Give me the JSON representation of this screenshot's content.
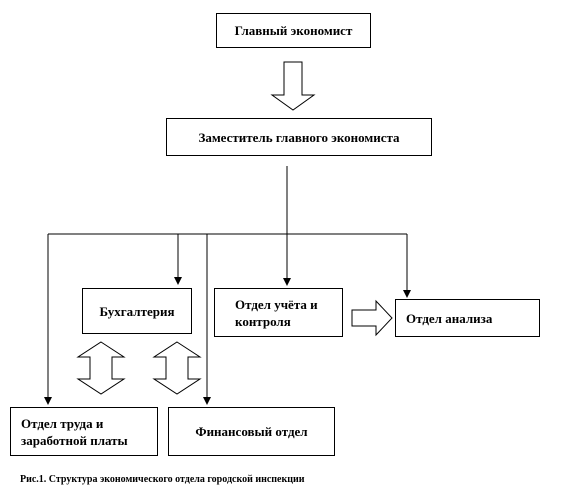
{
  "boxes": {
    "chief": "Главный экономист",
    "deputy": "Заместитель главного экономиста",
    "accounting": "Бухгалтерия",
    "accounting_control": "Отдел учёта и контроля",
    "analysis": "Отдел анализа",
    "labor_wages": "Отдел труда и заработной платы",
    "finance": "Финансовый отдел"
  },
  "caption": "Рис.1. Структура экономического отдела городской инспекции"
}
